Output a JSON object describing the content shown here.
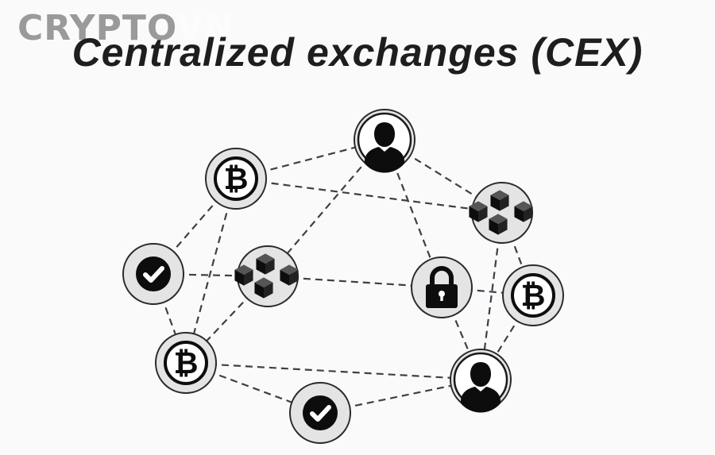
{
  "watermark": {
    "brand": "CRYPTO",
    "suffix": "VN"
  },
  "title": "Centralized exchanges (CEX)",
  "network": {
    "nodes": [
      {
        "id": "user-top",
        "type": "user"
      },
      {
        "id": "bitcoin-upper-left",
        "type": "bitcoin"
      },
      {
        "id": "blocks-right",
        "type": "blocks"
      },
      {
        "id": "check-left",
        "type": "check"
      },
      {
        "id": "blocks-center",
        "type": "blocks"
      },
      {
        "id": "lock",
        "type": "lock"
      },
      {
        "id": "bitcoin-right",
        "type": "bitcoin"
      },
      {
        "id": "bitcoin-lower-left",
        "type": "bitcoin"
      },
      {
        "id": "user-bottom-right",
        "type": "user"
      },
      {
        "id": "check-bottom",
        "type": "check"
      }
    ],
    "edges": [
      [
        "bitcoin-upper-left",
        "user-top"
      ],
      [
        "user-top",
        "blocks-right"
      ],
      [
        "bitcoin-upper-left",
        "blocks-right"
      ],
      [
        "user-top",
        "blocks-center"
      ],
      [
        "user-top",
        "lock"
      ],
      [
        "bitcoin-upper-left",
        "check-left"
      ],
      [
        "bitcoin-upper-left",
        "bitcoin-lower-left"
      ],
      [
        "check-left",
        "blocks-center"
      ],
      [
        "check-left",
        "bitcoin-lower-left"
      ],
      [
        "blocks-center",
        "lock"
      ],
      [
        "blocks-center",
        "bitcoin-lower-left"
      ],
      [
        "lock",
        "bitcoin-right"
      ],
      [
        "lock",
        "user-bottom-right"
      ],
      [
        "blocks-right",
        "bitcoin-right"
      ],
      [
        "blocks-right",
        "user-bottom-right"
      ],
      [
        "bitcoin-right",
        "user-bottom-right"
      ],
      [
        "bitcoin-lower-left",
        "user-bottom-right"
      ],
      [
        "bitcoin-lower-left",
        "check-bottom"
      ],
      [
        "check-bottom",
        "user-bottom-right"
      ]
    ]
  }
}
